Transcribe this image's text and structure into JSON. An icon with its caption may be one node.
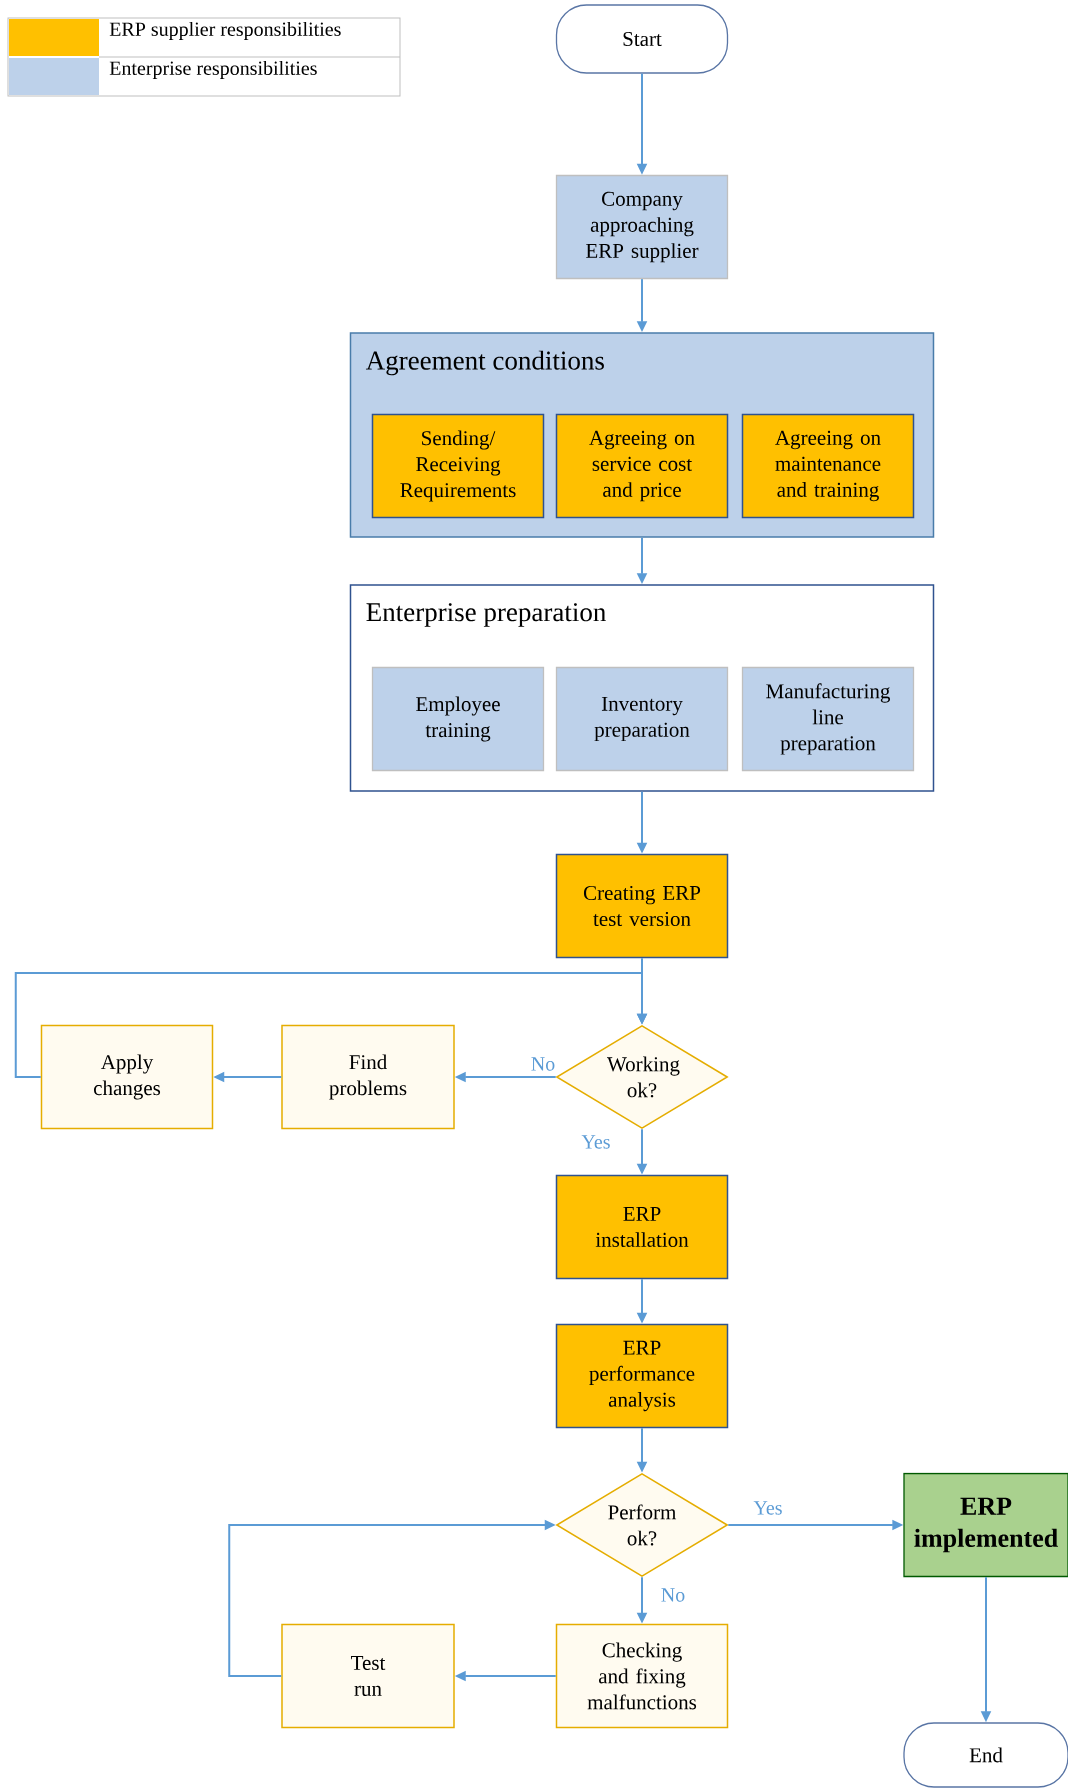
{
  "diagram": {
    "nodes": [
      {
        "text": [
          "Start"
        ]
      },
      {
        "text": [
          "Company approaching ERP supplier"
        ]
      },
      {
        "text": [
          "Agreement conditions"
        ]
      },
      {
        "text": [
          "Sending/ Receiving Requirements"
        ],
        "in": 2
      },
      {
        "text": [
          "Agreeing on service cost and price"
        ],
        "in": 2
      },
      {
        "text": [
          "Agreeing on maintenance and training"
        ],
        "in": 2
      },
      {
        "text": [
          "Enterprise preparation"
        ]
      },
      {
        "text": [
          "Employee training"
        ],
        "in": 6
      },
      {
        "text": [
          "Inventory preparation"
        ],
        "in": 6
      },
      {
        "text": [
          "Manufacturing line preparation"
        ],
        "in": 6
      },
      {
        "text": [
          "Creating ERP test version"
        ]
      },
      {
        "text": [
          "Working ok?"
        ]
      },
      {
        "text": [
          "Find problems"
        ]
      },
      {
        "text": [
          "Apply changes"
        ]
      },
      {
        "text": [
          "ERP installation"
        ]
      },
      {
        "text": [
          "ERP performance analysis"
        ]
      },
      {
        "text": [
          "Perform ok?"
        ]
      },
      {
        "text": [
          "ERP implemented"
        ]
      },
      {
        "text": [
          "Checking and fixing malfunctions"
        ]
      },
      {
        "text": [
          "Test run"
        ]
      },
      {
        "text": [
          "End"
        ]
      }
    ],
    "edges": [
      {
        "from": 0,
        "to": 1,
        "arrow": "to"
      },
      {
        "from": 1,
        "to": 2,
        "arrow": "to"
      },
      {
        "from": 2,
        "to": 6,
        "arrow": "to"
      },
      {
        "from": 6,
        "to": 10,
        "arrow": "to"
      },
      {
        "from": 10,
        "to": 11,
        "arrow": "to"
      },
      {
        "from": 11,
        "to": 12,
        "arrow": "to",
        "label": "No"
      },
      {
        "from": 12,
        "to": 13,
        "arrow": "to"
      },
      {
        "from": 13,
        "to": 11,
        "arrow": "to"
      },
      {
        "from": 11,
        "to": 14,
        "arrow": "to",
        "label": "Yes"
      },
      {
        "from": 14,
        "to": 15,
        "arrow": "to"
      },
      {
        "from": 15,
        "to": 16,
        "arrow": "to"
      },
      {
        "from": 16,
        "to": 17,
        "arrow": "to",
        "label": "Yes"
      },
      {
        "from": 16,
        "to": 18,
        "arrow": "to",
        "label": "No"
      },
      {
        "from": 18,
        "to": 19,
        "arrow": "to"
      },
      {
        "from": 19,
        "to": 16,
        "arrow": "to"
      },
      {
        "from": 17,
        "to": 20,
        "arrow": "to"
      }
    ],
    "legend": [
      {
        "text": "ERP supplier responsibilities",
        "color": "#ffc000"
      },
      {
        "text": "Enterprise responsibilities",
        "color": "#bdd1ea"
      }
    ]
  }
}
